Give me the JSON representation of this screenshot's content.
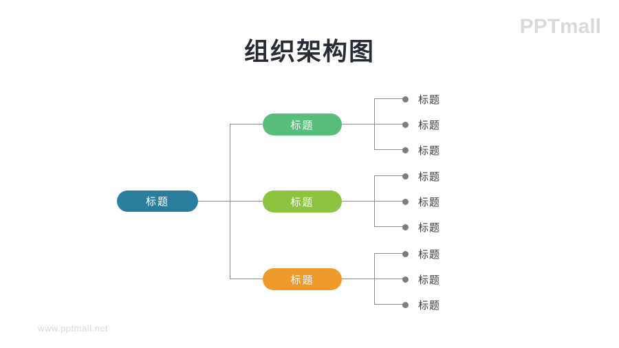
{
  "slide": {
    "title": "组织架构图"
  },
  "branding": {
    "logo_text": "PPTmall",
    "watermark_url": "www.pptmall.net"
  },
  "diagram": {
    "root": {
      "label": "标题",
      "color": "#2b7d9d"
    },
    "branches": [
      {
        "label": "标题",
        "color": "#58be7d",
        "children": [
          "标题",
          "标题",
          "标题"
        ]
      },
      {
        "label": "标题",
        "color": "#8ec342",
        "children": [
          "标题",
          "标题",
          "标题"
        ]
      },
      {
        "label": "标题",
        "color": "#ef9b2b",
        "children": [
          "标题",
          "标题",
          "标题"
        ]
      }
    ],
    "colors": {
      "connector": "#8a8a8a",
      "leaf_bullet": "#7d7d7d",
      "node_text": "#ffffff",
      "leaf_text": "#3f3f3f",
      "title_text": "#272b33",
      "watermark_text": "#d9d9d9"
    }
  }
}
